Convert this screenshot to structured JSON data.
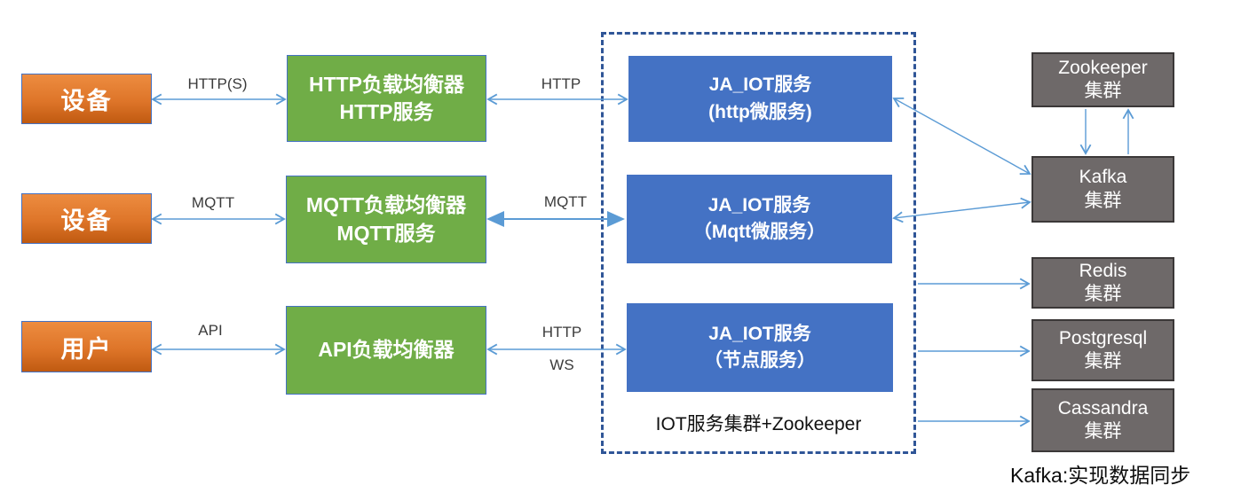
{
  "diagram_type": "architecture-diagram",
  "nodes": {
    "device1": {
      "label": "设备",
      "kind": "orange"
    },
    "device2": {
      "label": "设备",
      "kind": "orange"
    },
    "user": {
      "label": "用户",
      "kind": "orange"
    },
    "lb_http": {
      "line1": "HTTP负载均衡器",
      "line2": "HTTP服务",
      "kind": "green"
    },
    "lb_mqtt": {
      "line1": "MQTT负载均衡器",
      "line2": "MQTT服务",
      "kind": "green"
    },
    "lb_api": {
      "line1": "API负载均衡器",
      "kind": "green"
    },
    "svc_http": {
      "line1": "JA_IOT服务",
      "line2": "(http微服务)",
      "kind": "blue"
    },
    "svc_mqtt": {
      "line1": "JA_IOT服务",
      "line2": "（Mqtt微服务）",
      "kind": "blue"
    },
    "svc_node": {
      "line1": "JA_IOT服务",
      "line2": "（节点服务）",
      "kind": "blue"
    },
    "zookeeper": {
      "line1": "Zookeeper",
      "line2": "集群",
      "kind": "gray"
    },
    "kafka": {
      "line1": "Kafka",
      "line2": "集群",
      "kind": "gray"
    },
    "redis": {
      "line1": "Redis",
      "line2": "集群",
      "kind": "gray"
    },
    "postgresql": {
      "line1": "Postgresql",
      "line2": "集群",
      "kind": "gray"
    },
    "cassandra": {
      "line1": "Cassandra",
      "line2": "集群",
      "kind": "gray"
    }
  },
  "edge_labels": {
    "https": "HTTP(S)",
    "http1": "HTTP",
    "mqtt1": "MQTT",
    "mqtt2": "MQTT",
    "api": "API",
    "http2": "HTTP",
    "ws": "WS"
  },
  "cluster_label": "IOT服务集群+Zookeeper",
  "footnote": "Kafka:实现数据同步",
  "colors": {
    "orange_gradient_top": "#ED8C40",
    "orange_gradient_bottom": "#C05A11",
    "green": "#70AD47",
    "blue": "#4472C4",
    "gray": "#6E6969",
    "gray_border": "#3B3838",
    "box_border_blue": "#4472C4",
    "dashed_border": "#2F5597",
    "arrow": "#5B9BD5",
    "box_text": "#FFFFFF",
    "label_text": "#3B3B3B"
  }
}
